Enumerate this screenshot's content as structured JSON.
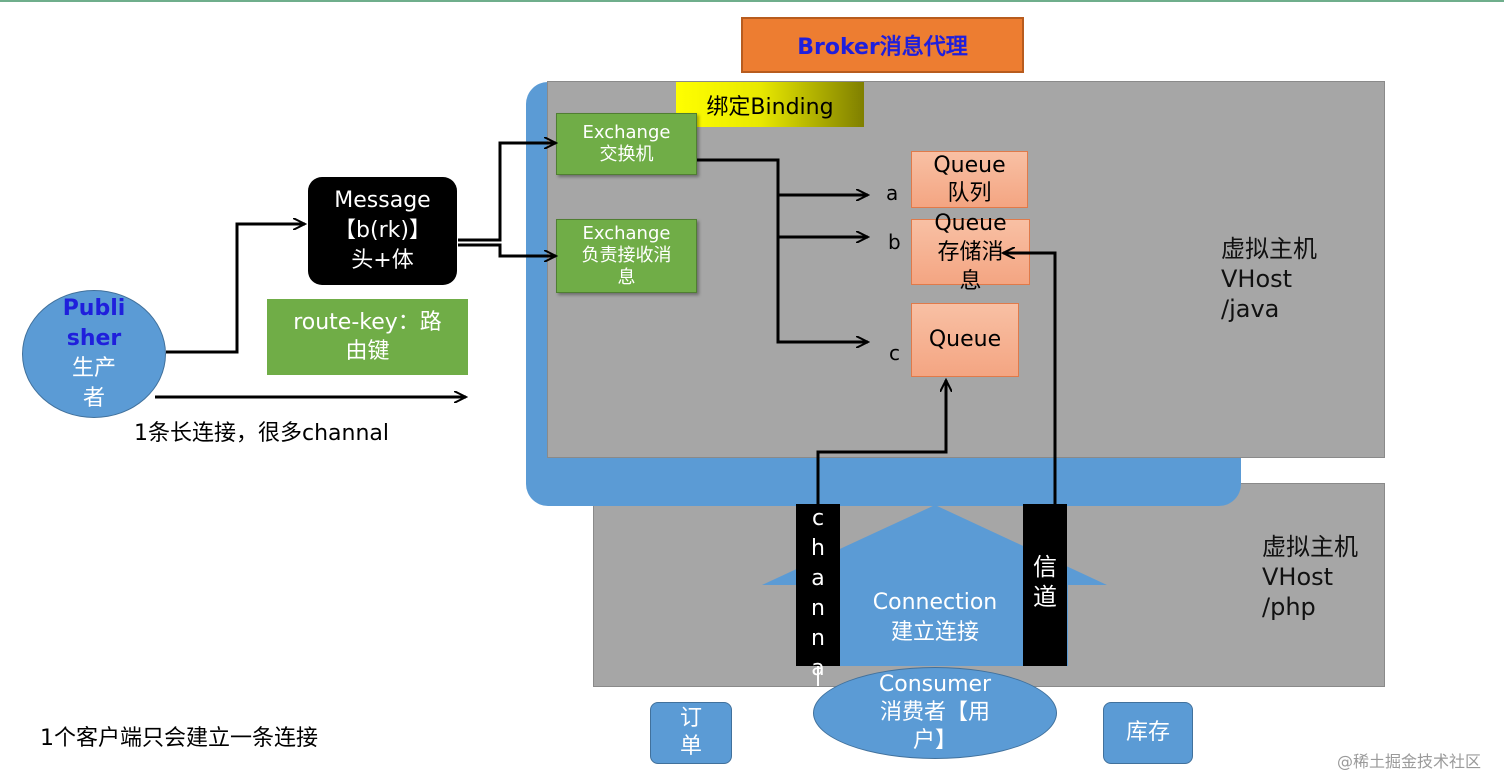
{
  "broker": {
    "title": "Broker消息代理"
  },
  "binding": {
    "label": "绑定Binding"
  },
  "exchanges": [
    {
      "line1": "Exchange",
      "line2": "交换机"
    },
    {
      "line1": "Exchange",
      "line2": "负责接收消",
      "line3": "息"
    }
  ],
  "queues": [
    {
      "tag": "a",
      "line1": "Queue",
      "line2": "队列"
    },
    {
      "tag": "b",
      "line1": "Queue",
      "line2": "存储消",
      "line3": "息"
    },
    {
      "tag": "c",
      "line1": "Queue"
    }
  ],
  "vhosts": [
    {
      "line1": "虚拟主机",
      "line2": "VHost",
      "line3": "/java"
    },
    {
      "line1": "虚拟主机",
      "line2": "VHost",
      "line3": "/php"
    }
  ],
  "message": {
    "line1": "Message",
    "line2": "【b(rk)】",
    "line3": "头+体"
  },
  "route_key": {
    "line1": "route-key：路",
    "line2": "由键"
  },
  "publisher": {
    "line1": "Publi",
    "line2": "sher",
    "line3": "生产",
    "line4": "者"
  },
  "notes": {
    "long_connection": "1条长连接，很多channal",
    "one_client": "1个客户端只会建立一条连接"
  },
  "connection": {
    "line1": "Connection",
    "line2": "建立连接"
  },
  "channel": {
    "letters": [
      "c",
      "h",
      "a",
      "n",
      "n",
      "a",
      "l"
    ]
  },
  "xindao": {
    "line1": "信",
    "line2": "道"
  },
  "consumer": {
    "line1": "Consumer",
    "line2": "消费者【用",
    "line3": "户】"
  },
  "apps": {
    "order_line1": "订",
    "order_line2": "单",
    "stock": "库存"
  },
  "watermark": "@稀土掘金技术社区",
  "colors": {
    "vhost_gray": "#a6a6a6",
    "blue": "#5b9bd5",
    "exchange_green": "#70ad47",
    "queue_salmon": "#f4a582",
    "broker_orange": "#ed7d31",
    "broker_text": "#1f1fdc"
  }
}
